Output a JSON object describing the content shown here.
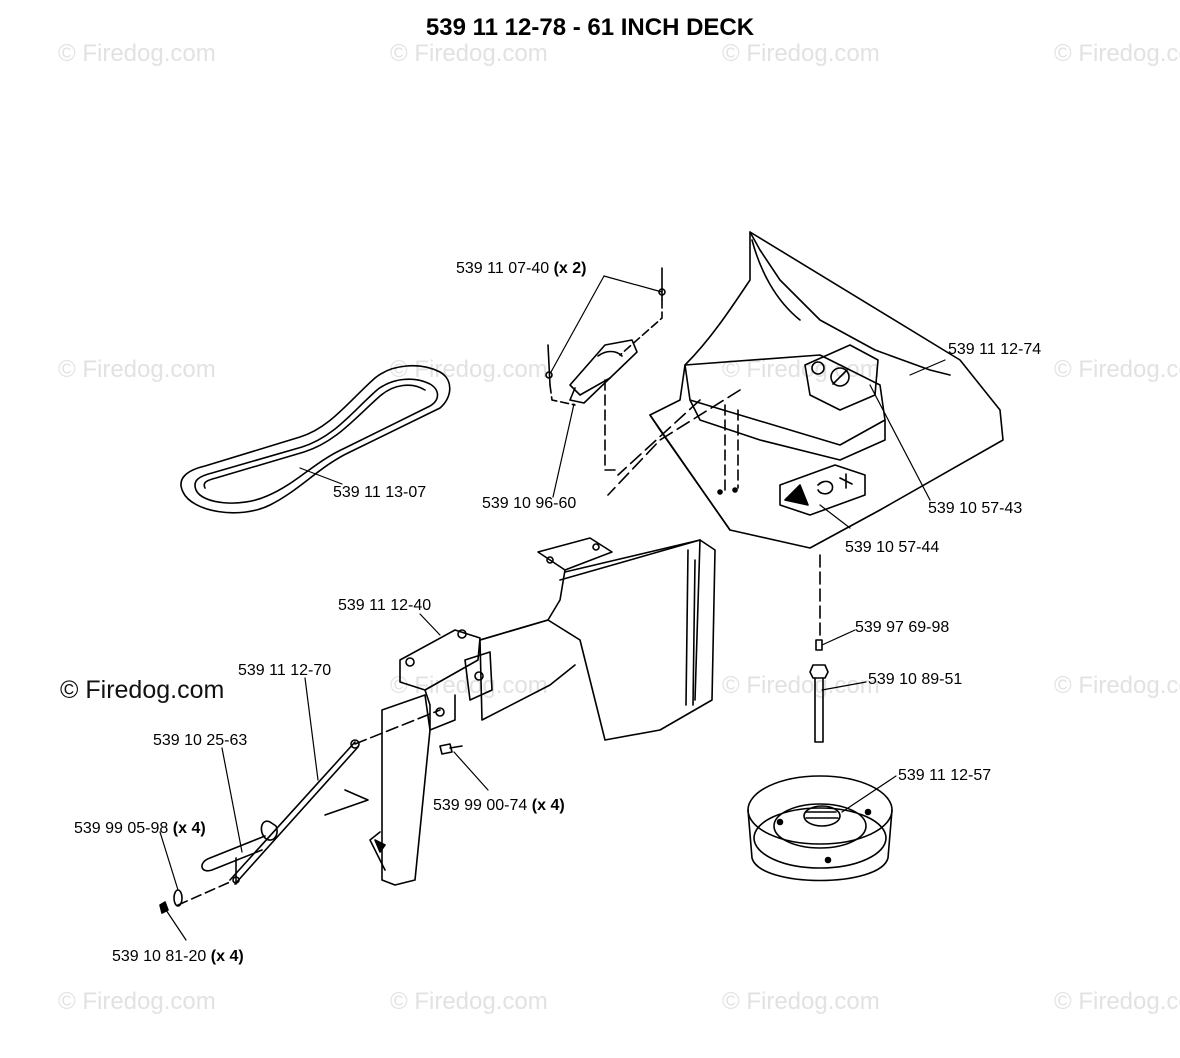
{
  "title": "539 11 12-78 - 61 INCH DECK",
  "watermark": "© Firedog.com",
  "callouts": [
    {
      "part": "539 11 07-40",
      "qty": "(x 2)"
    },
    {
      "part": "539 11 12-74",
      "qty": ""
    },
    {
      "part": "539 11 13-07",
      "qty": ""
    },
    {
      "part": "539 10 96-60",
      "qty": ""
    },
    {
      "part": "539 10 57-43",
      "qty": ""
    },
    {
      "part": "539 10 57-44",
      "qty": ""
    },
    {
      "part": "539 11 12-40",
      "qty": ""
    },
    {
      "part": "539 97 69-98",
      "qty": ""
    },
    {
      "part": "539 11 12-70",
      "qty": ""
    },
    {
      "part": "539 10 89-51",
      "qty": ""
    },
    {
      "part": "539 10 25-63",
      "qty": ""
    },
    {
      "part": "539 11 12-57",
      "qty": ""
    },
    {
      "part": "539 99 05-98",
      "qty": "(x 4)"
    },
    {
      "part": "539 99 00-74",
      "qty": "(x 4)"
    },
    {
      "part": "539 10 81-20",
      "qty": "(x 4)"
    }
  ]
}
